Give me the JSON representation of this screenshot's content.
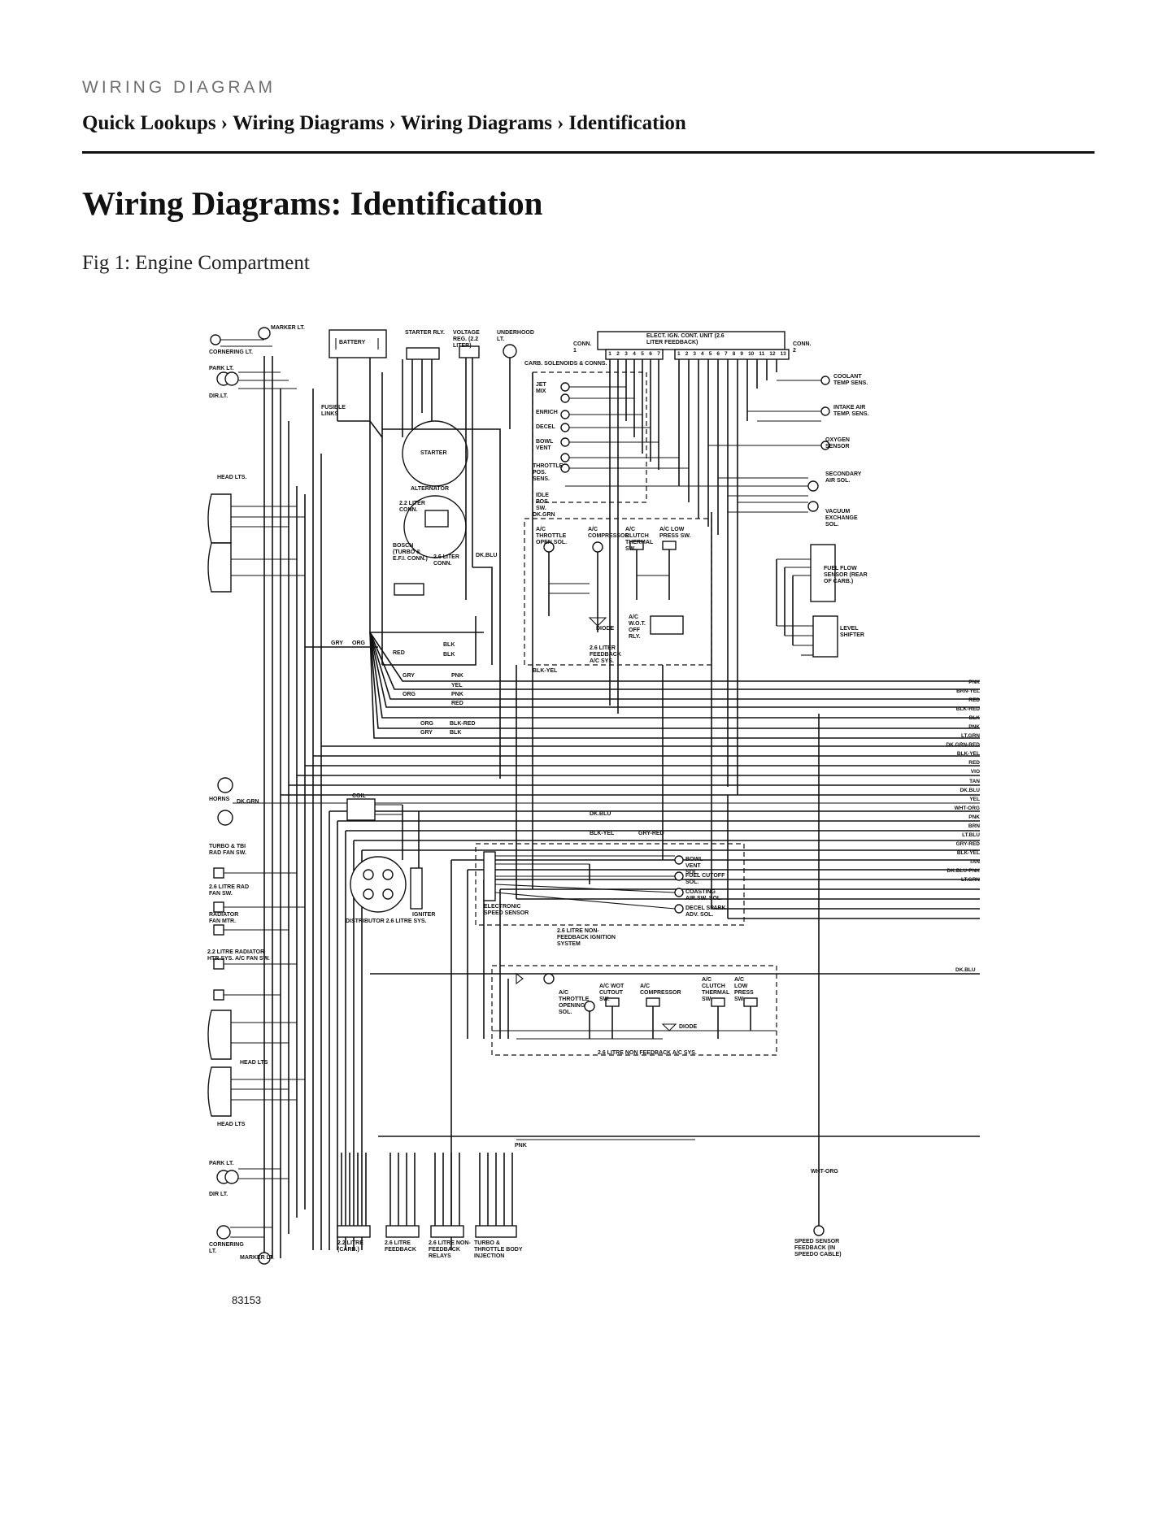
{
  "header": {
    "kicker": "WIRING DIAGRAM",
    "breadcrumb": [
      "Quick Lookups",
      "Wiring Diagrams",
      "Wiring Diagrams",
      "Identification"
    ],
    "separator": "›"
  },
  "main": {
    "title": "Wiring Diagrams: Identification",
    "figure_caption": "Fig 1: Engine Compartment",
    "figure_number": "83153"
  },
  "diagram": {
    "left_side": {
      "marker_top": "MARKER LT.",
      "cornering_top": "CORNERING LT.",
      "park_top": "PARK LT.",
      "dir_top": "DIR.LT.",
      "head_top": "HEAD LTS.",
      "horns": "HORNS",
      "turbo_fan": "TURBO & TBI RAD FAN SW.",
      "fan26": "2.6 LITRE RAD FAN SW.",
      "rad_fan": "RADIATOR FAN MTR.",
      "htr22": "2.2 LITRE RADIATOR HTR SYS. A/C FAN SW.",
      "head_bottom": "HEAD LTS",
      "park_bottom": "PARK LT.",
      "dir_bottom": "DIR LT.",
      "cornering_bottom": "CORNERING LT.",
      "marker_bottom": "MARKER LT."
    },
    "top": {
      "battery": "BATTERY",
      "starter_rly": "STARTER RLY.",
      "voltage_reg": "VOLTAGE REG. (2.2 LITER)",
      "underhood": "UNDERHOOD LT.",
      "fusible": "FUSIBLE LINKS",
      "starter": "STARTER",
      "alternator": "ALTERNATOR",
      "conn22": "2.2 LITER CONN.",
      "bosch": "BOSCH (TURBO & E.F.I. CONN.)",
      "conn26": "2.6 LITER CONN.",
      "ecu": "ELECT. IGN. CONT. UNIT (2.6 LITER FEEDBACK)",
      "conn1": "CONN. 1",
      "conn2": "CONN. 2",
      "carb": "CARB. SOLENOIDS & CONNS.",
      "jet": "JET MIX",
      "enrich": "ENRICH",
      "decel": "DECEL",
      "bowl": "BOWL VENT",
      "throttle": "THROTTLE POS. SENS.",
      "idle": "IDLE POS. SW.",
      "coolant": "COOLANT TEMP SENS.",
      "intake": "INTAKE AIR TEMP. SENS.",
      "oxygen": "OXYGEN SENSOR",
      "secondary": "SECONDARY AIR SOL.",
      "vacuum": "VACUUM EXCHANGE SOL.",
      "fuel_flow": "FUEL FLOW SENSOR (REAR OF CARB.)",
      "level": "LEVEL SHIFTER"
    },
    "middle": {
      "ac_throttle": "A/C THROTTLE OPEN SOL.",
      "ac_comp": "A/C COMPRESSOR",
      "ac_clutch": "A/C CLUTCH THERMAL SW.",
      "ac_low": "A/C LOW PRESS SW.",
      "diode": "DIODE",
      "ac_wot": "A/C W.O.T. OFF RLY.",
      "feedback26": "2.6 LITER FEEDBACK A/C SYS.",
      "coil": "COIL",
      "igniter": "IGNITER",
      "distributor": "DISTRIBUTOR 2.6 LITRE SYS.",
      "speed_sensor": "ELECTRONIC SPEED SENSOR",
      "bowl_vent": "BOWL VENT SOL.",
      "fuel_cutoff": "FUEL CUTOFF SOL.",
      "coasting": "COASTING AIR.SW. SOL.",
      "decel_spark": "DECEL SPARK ADV. SOL.",
      "nonfeedback_ign": "2.6 LITRE NON- FEEDBACK IGNITION SYSTEM"
    },
    "bottom": {
      "ac_wot_cut": "A/C WOT CUTOUT SW.",
      "ac_comp2": "A/C COMPRESSOR",
      "ac_throttle2": "A/C THROTTLE OPENING SOL.",
      "ac_clutch2": "A/C CLUTCH THERMAL SW.",
      "ac_low2": "A/C LOW PRESS SW.",
      "diode2": "DIODE",
      "nonfeedback_ac": "2.6 LITRE NON FEEDBACK A/C SYS.",
      "conn_carb": "2.2 LITRE (CARB.)",
      "conn_feedback": "2.6 LITRE FEEDBACK",
      "conn_relays": "2.6 LITRE NON-FEEDBACK RELAYS",
      "conn_turbo": "TURBO & THROTTLE BODY INJECTION",
      "speedo": "SPEED SENSOR FEEDBACK (IN SPEEDO CABLE)"
    },
    "ecu_pins_left": [
      "1",
      "2",
      "3",
      "4",
      "5",
      "6",
      "7"
    ],
    "ecu_pins_right": [
      "1",
      "2",
      "3",
      "4",
      "5",
      "6",
      "7",
      "8",
      "9",
      "10",
      "11",
      "12",
      "13"
    ],
    "right_wires": [
      "PNK",
      "BRN-YEL",
      "RED",
      "BLK-RED",
      "BLK",
      "PNK",
      "LT.GRN",
      "DK.GRN-RED",
      "BLK-YEL",
      "RED",
      "VIO",
      "TAN",
      "DK.BLU",
      "YEL",
      "WHT-ORG",
      "PNK",
      "BRN",
      "LT.BLU",
      "GRY-RED",
      "BLK-YEL",
      "TAN",
      "DK.BLU-PNK",
      "LT.GRN"
    ],
    "right_extra": "DK.BLU",
    "bus_labels": [
      "GRY",
      "PNK",
      "YEL",
      "ORG",
      "PNK",
      "RED",
      "ORG",
      "BLK-RED",
      "GRY",
      "BLK"
    ],
    "misc_labels": [
      "BLK-YEL",
      "DK.BLU",
      "BLK-YEL",
      "GRY-RED",
      "DK.GRN",
      "GRY",
      "ORG",
      "RED",
      "BLK",
      "BLK",
      "DK.GRN",
      "DK.BLU",
      "WHT-ORG",
      "PNK"
    ]
  }
}
